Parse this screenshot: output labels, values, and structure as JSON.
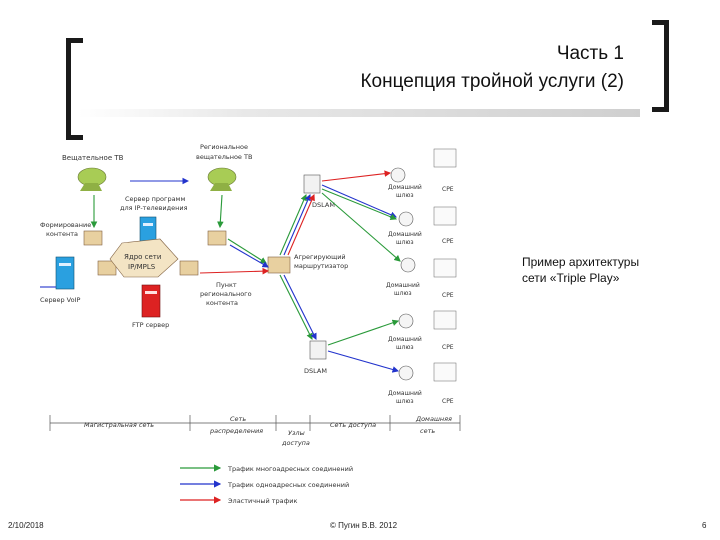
{
  "header": {
    "part": "Часть 1",
    "title": "Концепция тройной услуги (2)"
  },
  "caption": {
    "line1": "Пример архитектуры",
    "line2": "сети «Triple Play»"
  },
  "diagram": {
    "labels": {
      "broadcast_tv": "Вещательное ТВ",
      "regional_tv_1": "Региональное",
      "regional_tv_2": "вещательное ТВ",
      "ip_tv_server_1": "Сервер программ",
      "ip_tv_server_2": "для IP-телевидения",
      "content_form_1": "Формирование",
      "content_form_2": "контента",
      "core_1": "Ядро сети",
      "core_2": "IP/MPLS",
      "regional_node_1": "Пункт",
      "regional_node_2": "регионального",
      "regional_node_3": "контента",
      "aggregation_1": "Агрегирующий",
      "aggregation_2": "маршрутизатор",
      "voip_server": "Сервер VoIP",
      "ftp_server": "FTP сервер",
      "dslam_top": "DSLAM",
      "dslam_bottom": "DSLAM",
      "home_1": "Домашний",
      "home_2": "шлюз",
      "cpe": "CPE"
    },
    "segments": {
      "main_network": "Магистральная сеть",
      "distribution_1": "Сеть",
      "distribution_2": "распределения",
      "last_mile_1": "Узлы",
      "last_mile_2": "доступа",
      "access_network": "Сеть доступа",
      "home_network_1": "Домашняя",
      "home_network_2": "сеть"
    },
    "legend": [
      {
        "label": "Трафик многоадресных соединений",
        "color": "#2a9a3a"
      },
      {
        "label": "Трафик одноадресных соединений",
        "color": "#2233cc"
      },
      {
        "label": "Эластичный трафик",
        "color": "#dd2222"
      }
    ],
    "colors": {
      "green": "#2a9a3a",
      "blue": "#2233cc",
      "red": "#dd2222",
      "cyan": "#2aa0e0",
      "lime": "#a8cc55",
      "core": "#e8d0a0"
    }
  },
  "footer": {
    "date": "2/10/2018",
    "copyright": "© Пугин В.В. 2012",
    "page": "6"
  }
}
